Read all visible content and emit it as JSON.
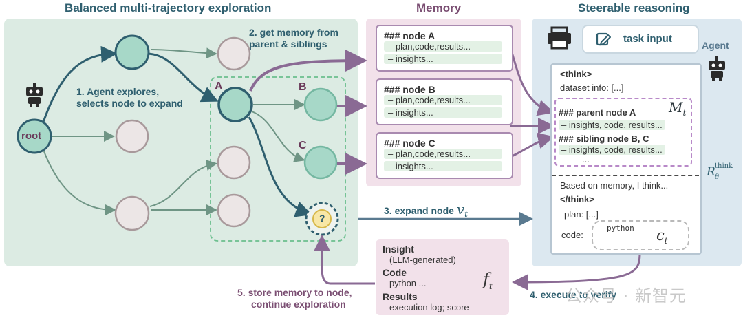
{
  "sections": {
    "left_title": "Balanced multi-trajectory exploration",
    "memory_title": "Memory",
    "right_title": "Steerable reasoning"
  },
  "tree": {
    "root_label": "root",
    "node_a_label": "A",
    "node_b_label": "B",
    "node_c_label": "C",
    "unknown_node_symbol": "?",
    "step1": [
      "1.",
      "Agent explores,",
      "selects node to expand"
    ],
    "step2": [
      "2.",
      "get memory from",
      "parent & siblings"
    ]
  },
  "memory": {
    "nodes": [
      {
        "title": "### node A",
        "line1": "– plan,code,results...",
        "line2": "– insights..."
      },
      {
        "title": "### node B",
        "line1": "– plan,code,results...",
        "line2": "– insights..."
      },
      {
        "title": "### node C",
        "line1": "– plan,code,results...",
        "line2": "– insights..."
      }
    ]
  },
  "flow": {
    "step3_prefix": "3.",
    "step3_text": "expand node",
    "step3_symbol": "v",
    "step3_sub": "t",
    "step4_prefix": "4.",
    "step4_text": "execute to verify",
    "step5_prefix": "5.",
    "step5_line1": "store memory to node,",
    "step5_line2": "continue exploration"
  },
  "reasoning": {
    "task_input": "task input",
    "agent_label": "Agent",
    "think_open": "<think>",
    "dataset_info": "dataset info: [...]",
    "parent_node": "### parent node A",
    "parent_detail": "– insights, code, results...",
    "sibling_nodes": "### sibling node B, C",
    "sibling_detail": "– insights, code, results...",
    "ellipsis": "...",
    "memory_symbol": "M",
    "memory_sub": "t",
    "r_symbol": "R",
    "r_sup": "think",
    "r_sub": "θ",
    "based_on": "Based on memory, I think...",
    "think_close": "</think>",
    "plan": "plan:  [...]",
    "code": "code:",
    "python_label": "python",
    "c_symbol": "c",
    "c_sub": "t"
  },
  "result": {
    "insight_title": "Insight",
    "insight_detail": "(LLM-generated)",
    "code_title": "Code",
    "code_detail": "python ...",
    "results_title": "Results",
    "results_detail": "execution log; score",
    "f_symbol": "f",
    "f_sub": "t"
  },
  "watermark": "公众号 · 新智元",
  "colors": {
    "dark_teal": "#2f5f6f",
    "node_green": "#a7d8c8",
    "node_grey": "#ece6e6",
    "arrow_purple": "#8a6a94",
    "arrow_green": "#6f9585",
    "arrow_blue": "#5a7a90"
  },
  "icons": [
    "robot-icon",
    "printer-icon",
    "edit-icon"
  ]
}
